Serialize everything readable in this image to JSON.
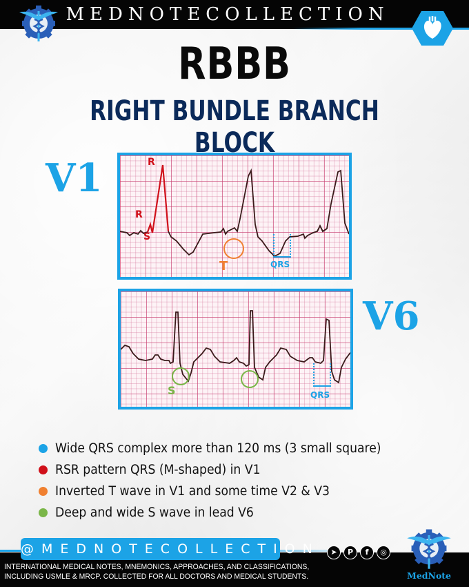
{
  "header": {
    "brand": "MEDNOTECOLLECTION",
    "logo_icon": "caduceus-gear-logo-icon",
    "badge_icon": "heart-icon"
  },
  "title": {
    "main": "RBBB",
    "subtitle": "RIGHT BUNDLE BRANCH BLOCK"
  },
  "leads": {
    "v1": {
      "label": "V1",
      "annotations": {
        "r_prime": "R",
        "r": "R",
        "s": "S",
        "t": "T",
        "qrs": "QRS"
      }
    },
    "v6": {
      "label": "V6",
      "annotations": {
        "s": "S",
        "qrs": "QRS"
      }
    }
  },
  "bullets": [
    {
      "color": "#1ca3e6",
      "text": "Wide QRS complex more than 120 ms (3 small square)"
    },
    {
      "color": "#d0101a",
      "text": "RSR pattern QRS (M-shaped) in V1"
    },
    {
      "color": "#f08030",
      "text": "Inverted T wave in V1 and some time V2 & V3"
    },
    {
      "color": "#7ab648",
      "text": "Deep and wide S wave in lead V6"
    }
  ],
  "footer": {
    "handle": "@MEDNOTECOLLECTION",
    "social": [
      {
        "name": "telegram-icon",
        "glyph": "➤"
      },
      {
        "name": "pinterest-icon",
        "glyph": "P"
      },
      {
        "name": "facebook-icon",
        "glyph": "f"
      },
      {
        "name": "instagram-icon",
        "glyph": "◎"
      }
    ],
    "line1": "INTERNATIONAL MEDICAL NOTES, MNEMONICS, APPROACHES, AND CLASSIFICATIONS,",
    "line2": "INCLUDING USMLE & MRCP.  COLLECTED  FOR  ALL DOCTORS AND MEDICAL STUDENTS.",
    "logo_text": "MedNote"
  },
  "colors": {
    "accent_blue": "#1ca3e6",
    "navy": "#0b2a5a",
    "red": "#d0101a",
    "orange": "#f08030",
    "green": "#7ab648"
  }
}
